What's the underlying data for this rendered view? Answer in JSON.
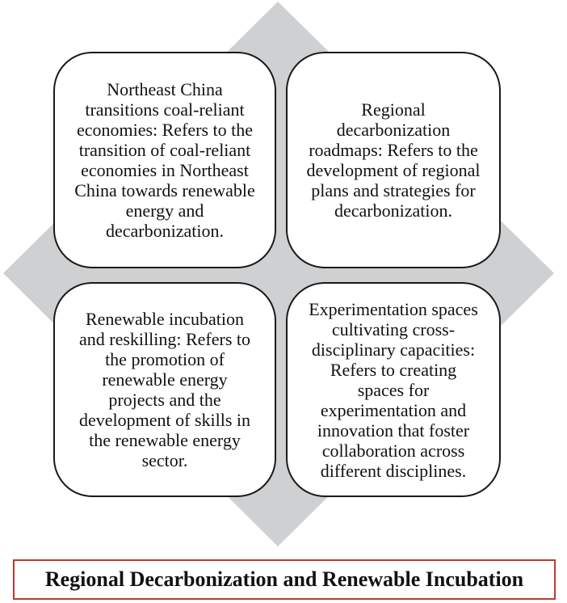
{
  "colors": {
    "diamond": "#cfd0d2",
    "box_border": "#1a1a1a",
    "caption_border": "#c0392b"
  },
  "quadrants": [
    {
      "id": "northeast-china",
      "text": "Northeast China transitions coal-reliant economies: Refers to the transition of coal-reliant economies in Northeast China towards renewable energy and decarbonization."
    },
    {
      "id": "roadmaps",
      "text": "Regional decarbonization roadmaps: Refers to the development of regional plans and strategies for decarbonization."
    },
    {
      "id": "incubation",
      "text": "Renewable incubation and reskilling: Refers to the promotion of renewable energy projects and the development of skills in the renewable energy sector."
    },
    {
      "id": "experimentation",
      "text": "Experimentation spaces cultivating cross-disciplinary capacities: Refers to creating spaces for experimentation and innovation that foster collaboration across different disciplines."
    }
  ],
  "caption": "Regional Decarbonization and Renewable Incubation"
}
